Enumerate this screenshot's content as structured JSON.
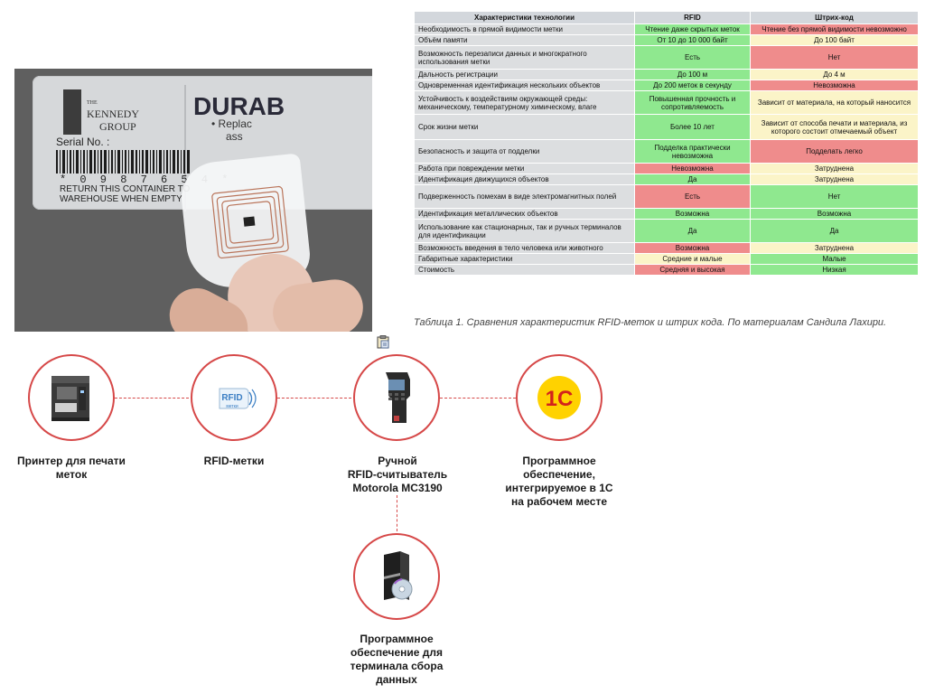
{
  "photo": {
    "logo_the": "THE",
    "logo_line1": "KENNEDY",
    "logo_line2": "GROUP",
    "brand": "DURAB",
    "bullet1": "• Replac",
    "bullet2": "ass",
    "serial_label": "Serial No. :",
    "serial_digits": "* 0 9 8 7 6 5 4 *",
    "return_line1": "RETURN THIS CONTAINER TO",
    "return_line2": "WAREHOUSE WHEN EMPTY"
  },
  "table": {
    "headers": [
      "Характеристики технологии",
      "RFID",
      "Штрих-код"
    ],
    "rows": [
      {
        "feature": "Необходимость в прямой видимости метки",
        "rfid": "Чтение даже скрытых меток",
        "barcode": "Чтение без прямой видимости невозможно",
        "rc": "g",
        "bc": "r"
      },
      {
        "feature": "Объём памяти",
        "rfid": "От 10 до 10 000 байт",
        "barcode": "До 100 байт",
        "rc": "g",
        "bc": "y"
      },
      {
        "feature": "Возможность перезаписи данных и многократного использования метки",
        "rfid": "Есть",
        "barcode": "Нет",
        "rc": "g",
        "bc": "r"
      },
      {
        "feature": "Дальность регистрации",
        "rfid": "До 100 м",
        "barcode": "До 4 м",
        "rc": "g",
        "bc": "y"
      },
      {
        "feature": "Одновременная идентификация нескольких объектов",
        "rfid": "До 200 меток в секунду",
        "barcode": "Невозможна",
        "rc": "g",
        "bc": "r"
      },
      {
        "feature": "Устойчивость к воздействиям окружающей среды: механическому, температурному химическому, влаге",
        "rfid": "Повышенная прочность и сопротивляемость",
        "barcode": "Зависит от материала, на который наносится",
        "rc": "g",
        "bc": "y"
      },
      {
        "feature": "Срок жизни метки",
        "rfid": "Более 10 лет",
        "barcode": "Зависит от способа печати и материала, из которого состоит отмечаемый объект",
        "rc": "g",
        "bc": "y"
      },
      {
        "feature": "Безопасность и защита от подделки",
        "rfid": "Подделка практически невозможна",
        "barcode": "Подделать легко",
        "rc": "g",
        "bc": "r"
      },
      {
        "feature": "Работа при повреждении метки",
        "rfid": "Невозможна",
        "barcode": "Затруднена",
        "rc": "r",
        "bc": "y"
      },
      {
        "feature": "Идентификация движущихся объектов",
        "rfid": "Да",
        "barcode": "Затруднена",
        "rc": "g",
        "bc": "y"
      },
      {
        "feature": "Подверженность помехам в виде электромагнитных полей",
        "rfid": "Есть",
        "barcode": "Нет",
        "rc": "r",
        "bc": "g"
      },
      {
        "feature": "Идентификация металлических объектов",
        "rfid": "Возможна",
        "barcode": "Возможна",
        "rc": "g",
        "bc": "g"
      },
      {
        "feature": "Использование как стационарных, так и ручных терминалов для идентификации",
        "rfid": "Да",
        "barcode": "Да",
        "rc": "g",
        "bc": "g"
      },
      {
        "feature": "Возможность введения в тело человека или животного",
        "rfid": "Возможна",
        "barcode": "Затруднена",
        "rc": "r",
        "bc": "y"
      },
      {
        "feature": "Габаритные характеристики",
        "rfid": "Средние и малые",
        "barcode": "Малые",
        "rc": "y",
        "bc": "g"
      },
      {
        "feature": "Стоимость",
        "rfid": "Средняя и высокая",
        "barcode": "Низкая",
        "rc": "r",
        "bc": "g"
      }
    ],
    "caption": "Таблица 1. Сравнения характеристик RFID-меток и штрих кода. По материалам Сандила Лахири."
  },
  "diagram": {
    "printer_label": "Принтер для печати\nметок",
    "tags_label": "RFID-метки",
    "rfid_icon_text": "RFID",
    "rfid_icon_sub": "метки",
    "reader_label": "Ручной\nRFID-считыватель\nMotorola MC3190",
    "software_label": "Программное\nобеспечение,\nинтегрируемое в 1С\nна рабочем месте",
    "onec_logo": "1С",
    "terminal_label": "Программное\nобеспечение для\nтерминала сбора\nданных"
  },
  "colors": {
    "accent_red": "#d64848",
    "green": "#8fe88f",
    "red": "#ef8c8c",
    "yellow": "#fbf4c8",
    "onec_yellow": "#ffd200"
  }
}
